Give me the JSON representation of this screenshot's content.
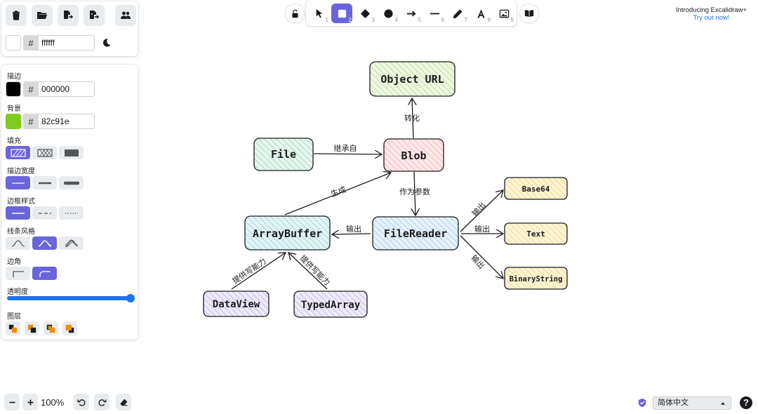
{
  "top_left_tools": [
    {
      "name": "trash-icon"
    },
    {
      "name": "folder-open-icon"
    },
    {
      "name": "export-icon"
    },
    {
      "name": "export-image-icon"
    },
    {
      "name": "collaborators-icon"
    }
  ],
  "canvas_bg": {
    "hash": "#",
    "value": "ffffff",
    "swatch": "#ffffff"
  },
  "properties": {
    "stroke_label": "描边",
    "stroke_hash": "#",
    "stroke_value": "000000",
    "stroke_swatch": "#000000",
    "background_label": "背景",
    "background_hash": "#",
    "background_value": "82c91e",
    "background_swatch": "#82c91e",
    "fill_label": "填充",
    "stroke_width_label": "描边宽度",
    "stroke_style_label": "边框样式",
    "sloppiness_label": "线条风格",
    "edges_label": "边角",
    "opacity_label": "透明度",
    "opacity_value": 1.0,
    "layers_label": "图层"
  },
  "toolbar": {
    "tools": [
      {
        "name": "selection-icon",
        "num": "1"
      },
      {
        "name": "rectangle-icon",
        "num": "2",
        "active": true
      },
      {
        "name": "diamond-icon",
        "num": "3"
      },
      {
        "name": "ellipse-icon",
        "num": "4"
      },
      {
        "name": "arrow-icon",
        "num": "5"
      },
      {
        "name": "line-icon",
        "num": "6"
      },
      {
        "name": "pencil-icon",
        "num": "7"
      },
      {
        "name": "text-icon",
        "num": "8"
      },
      {
        "name": "image-icon",
        "num": "9"
      }
    ]
  },
  "promo": {
    "line1": "Introducing Excalidraw+",
    "line2": "Try out now!"
  },
  "zoom": {
    "value": "100%"
  },
  "language": {
    "selected": "简体中文"
  },
  "diagram": {
    "nodes": {
      "object_url": "Object URL",
      "file": "File",
      "blob": "Blob",
      "arraybuffer": "ArrayBuffer",
      "filereader": "FileReader",
      "base64": "Base64",
      "text": "Text",
      "binarystring": "BinaryString",
      "dataview": "DataView",
      "typedarray": "TypedArray"
    },
    "edges": {
      "convert": "转化",
      "inherit": "继承自",
      "generate": "生成",
      "as_param": "作为参数",
      "output_left": "输出",
      "output_base64": "输出",
      "output_text": "输出",
      "output_binary": "输出",
      "rw_dataview": "提供写能力",
      "rw_typedarray": "提供写能力"
    }
  },
  "colors": {
    "accent": "#6965db",
    "green_fill": "#d8f0c0",
    "red_fill": "#f9d4d4",
    "blue_fill": "#cfe6f7",
    "yellow_fill": "#fbeab3",
    "purple_fill": "#ddd4f5",
    "teal_fill": "#cdeedd"
  }
}
